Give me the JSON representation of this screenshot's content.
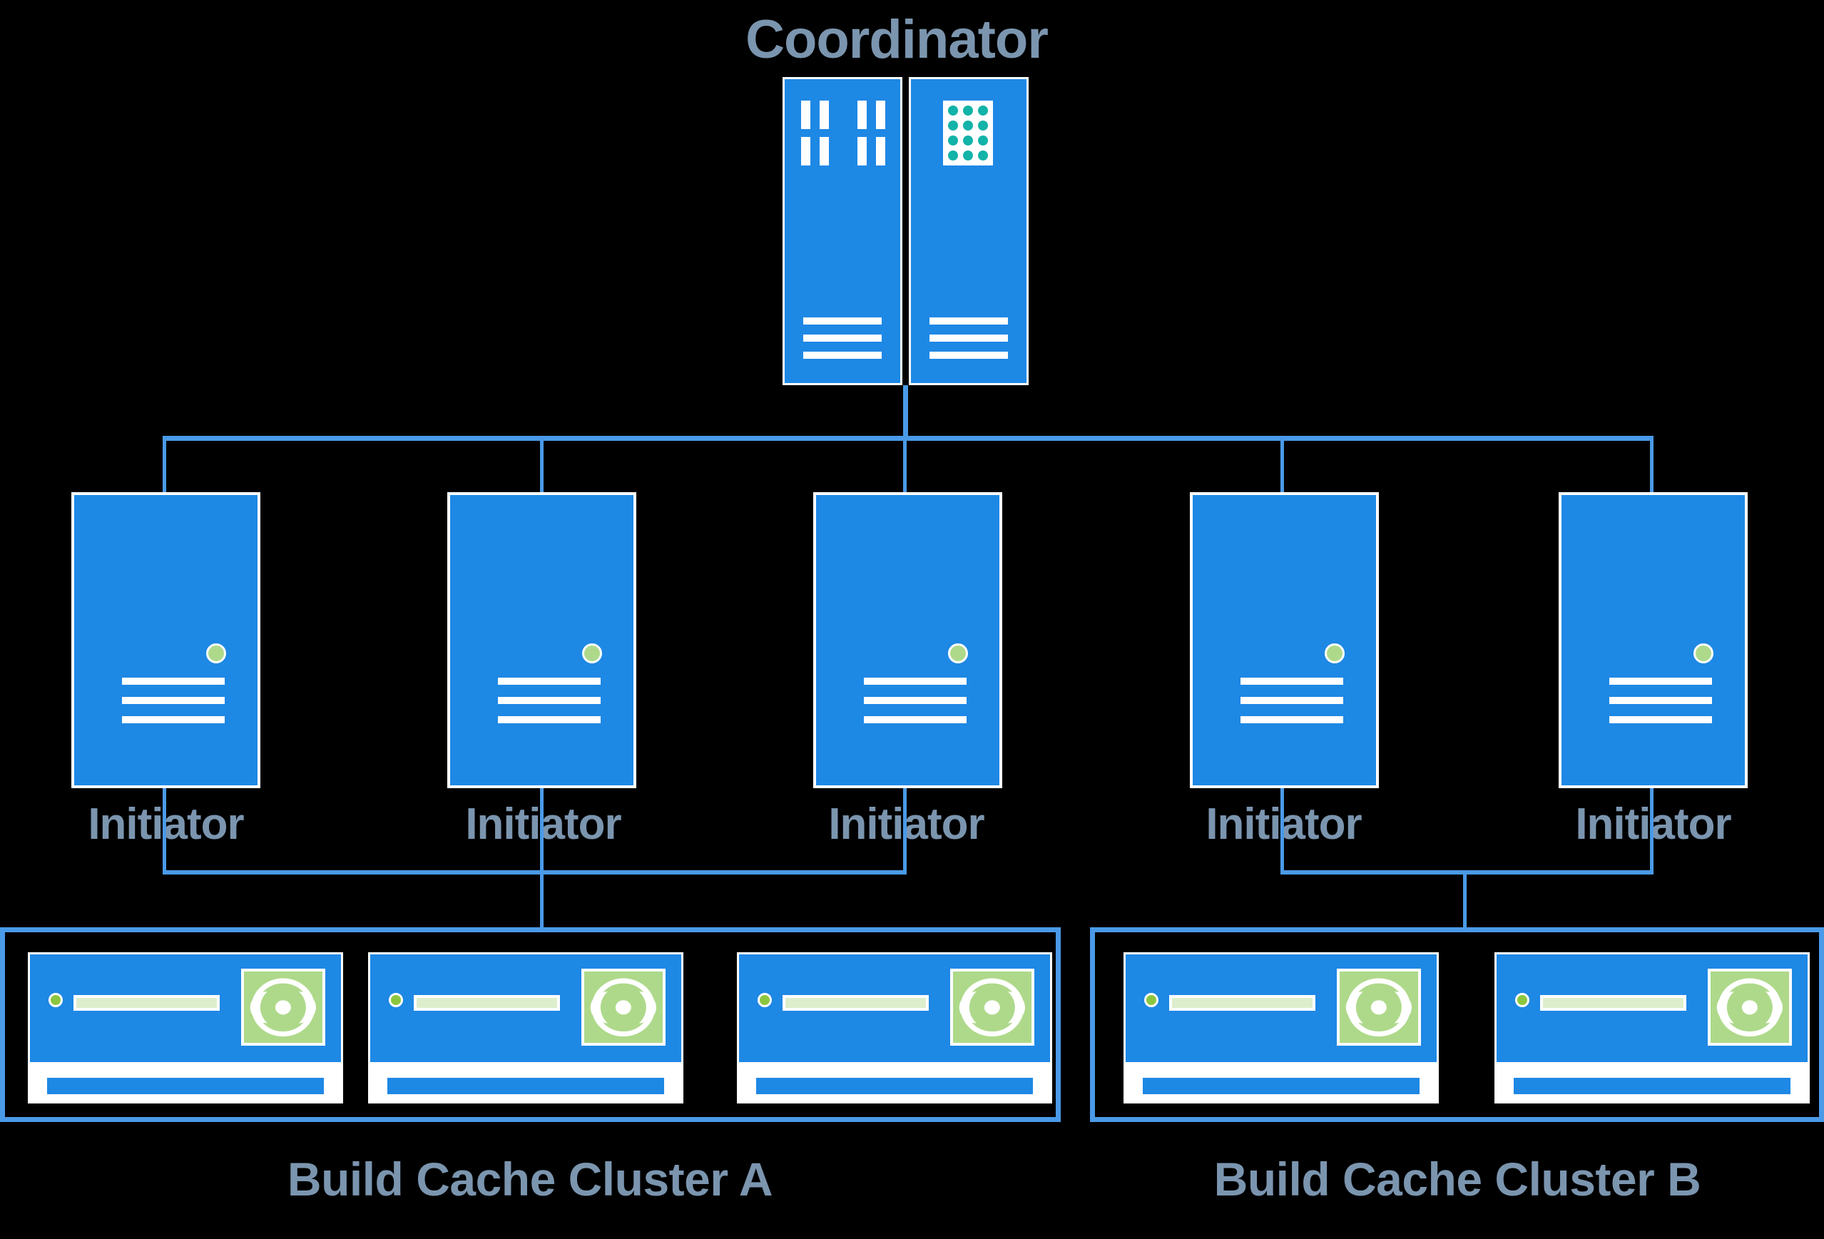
{
  "diagram": {
    "title": "Coordinator",
    "background_color": "#000000",
    "accent_blue": "#1e88e5",
    "line_blue": "#4a9ae8",
    "text_color": "#7b95af",
    "led_green": "#aed98a",
    "dot_teal": "#12b3a8"
  },
  "coordinator": {
    "label": "Coordinator",
    "icon": "server-rack-icon",
    "panels": [
      {
        "name": "coordinator-panel-left",
        "glyph": "vertical-bars-icon"
      },
      {
        "name": "coordinator-panel-right",
        "glyph": "dot-grid-icon"
      }
    ]
  },
  "initiators": [
    {
      "label": "Initiator",
      "icon": "server-icon"
    },
    {
      "label": "Initiator",
      "icon": "server-icon"
    },
    {
      "label": "Initiator",
      "icon": "server-icon"
    },
    {
      "label": "Initiator",
      "icon": "server-icon"
    },
    {
      "label": "Initiator",
      "icon": "server-icon"
    }
  ],
  "clusters": [
    {
      "label": "Build Cache Cluster A",
      "node_count": 3,
      "nodes": [
        {
          "icon": "cache-node-icon"
        },
        {
          "icon": "cache-node-icon"
        },
        {
          "icon": "cache-node-icon"
        }
      ]
    },
    {
      "label": "Build Cache Cluster B",
      "node_count": 2,
      "nodes": [
        {
          "icon": "cache-node-icon"
        },
        {
          "icon": "cache-node-icon"
        }
      ]
    }
  ]
}
